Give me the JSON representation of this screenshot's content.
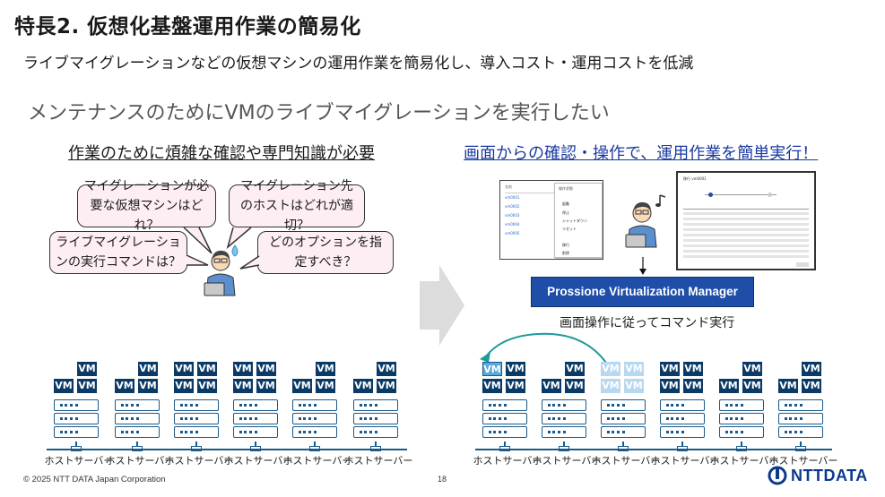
{
  "title": "特長2. 仮想化基盤運用作業の簡易化",
  "subtitle": "ライブマイグレーションなどの仮想マシンの運用作業を簡易化し、導入コスト・運用コストを低減",
  "heading": "メンテナンスのためにVMのライブマイグレーションを実行したい",
  "left_section": {
    "title": "作業のために煩雑な確認や専門知識が必要",
    "bubbles": [
      "マイグレーションが必要な仮想マシンはどれ？",
      "マイグレーション先のホストはどれが適切？",
      "ライブマイグレーションの実行コマンドは？",
      "どのオプションを指定すべき？"
    ]
  },
  "right_section": {
    "title": "画面からの確認・操作で、運用作業を簡単実行！",
    "manager_label": "Prossione Virtualization Manager",
    "caption": "画面操作に従ってコマンド実行",
    "menu_header": "操作状態",
    "menu_items": [
      "起動",
      "停止",
      "シャットダウン",
      "リセット",
      "移行",
      "削除"
    ],
    "list_header": "名前",
    "list_items": [
      "vm0001",
      "vm0002",
      "vm0003",
      "vm0004",
      "vm0005"
    ],
    "dashboard_title": "移行 vm0001"
  },
  "vm_label": "VM",
  "host_label": "ホストサーバー",
  "colors": {
    "navy": "#0b3a66",
    "bubble_bg": "#fdeef3",
    "manager_bg": "#1f4ea8",
    "accent_blue": "#1a3aa0",
    "teal_arrow": "#1e9a9a"
  },
  "footer": {
    "copyright": "© 2025 NTT DATA Japan Corporation",
    "page": "18",
    "logo": "NTTDATA"
  }
}
